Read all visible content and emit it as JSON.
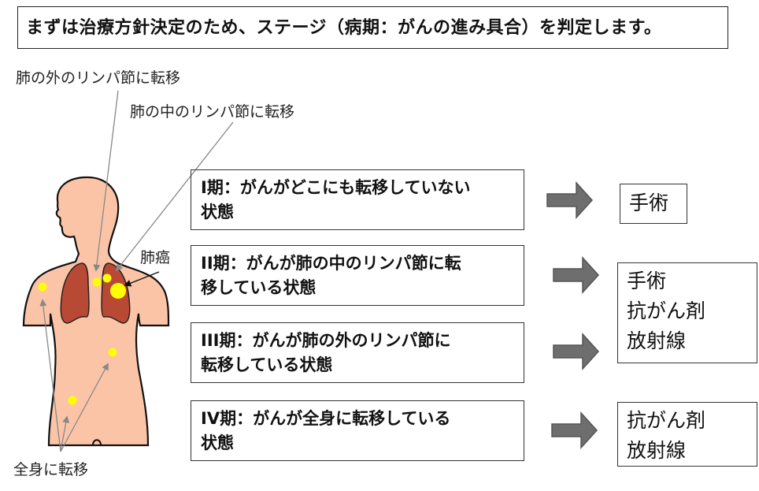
{
  "title": "まずは治療方針決定のため、ステージ（病期：がんの進み具合）を判定します。",
  "annotations": {
    "outside_lymph": "肺の外のリンパ節に転移",
    "inside_lymph": "肺の中のリンパ節に転移",
    "lung_cancer": "肺癌",
    "whole_body": "全身に転移"
  },
  "stages": [
    {
      "lines": [
        "I期：がんがどこにも転移していない",
        "状態"
      ]
    },
    {
      "lines": [
        "II期：がんが肺の中のリンパ節に転",
        "移している状態"
      ]
    },
    {
      "lines": [
        "III期：がんが肺の外のリンパ節に",
        "転移している状態"
      ]
    },
    {
      "lines": [
        "IV期：がんが全身に転移している",
        "状態"
      ]
    }
  ],
  "treatments": [
    {
      "lines": [
        "手術"
      ]
    },
    {
      "lines": [
        "手術",
        "抗がん剤",
        "放射線"
      ]
    },
    {
      "lines": [
        "抗がん剤",
        "放射線"
      ]
    }
  ],
  "colors": {
    "skin": "#fcc4a7",
    "lung": "#b84a35",
    "metastasis": "#ffff00",
    "arrow": "#6e6e6e",
    "pointer": "#888888"
  }
}
